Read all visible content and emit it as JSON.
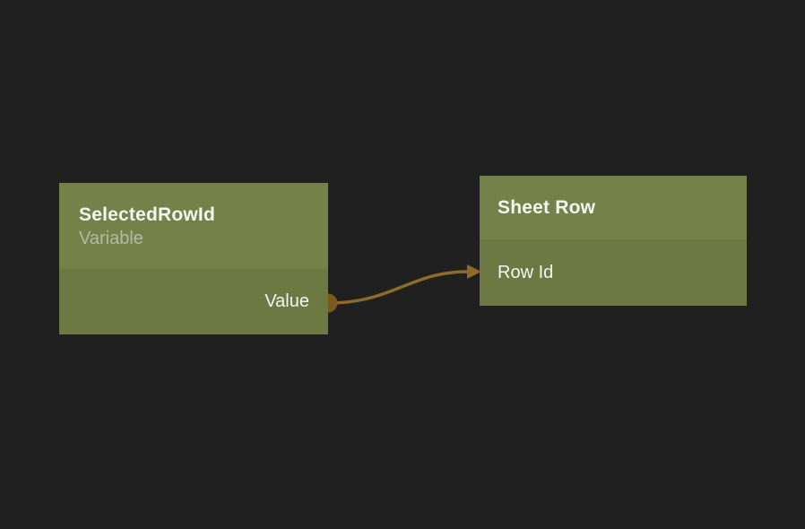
{
  "theme": {
    "canvas_background": "#202020",
    "node_header_color": "#748149",
    "node_body_color": "#6c7943",
    "title_color": "#f5f6f1",
    "subtitle_color": "#b3baa1",
    "port_label_color": "#f5f6f1",
    "wire_color": "#8d6b2a",
    "port_dot_color": "#7b5a1e"
  },
  "nodes": [
    {
      "title": "SelectedRowId",
      "subtitle": "Variable",
      "ports": [
        {
          "label": "Value",
          "direction": "output"
        }
      ]
    },
    {
      "title": "Sheet Row",
      "ports": [
        {
          "label": "Row Id",
          "direction": "input"
        }
      ]
    }
  ],
  "connections": [
    {
      "from_node": "SelectedRowId",
      "from_port": "Value",
      "to_node": "Sheet Row",
      "to_port": "Row Id"
    }
  ]
}
